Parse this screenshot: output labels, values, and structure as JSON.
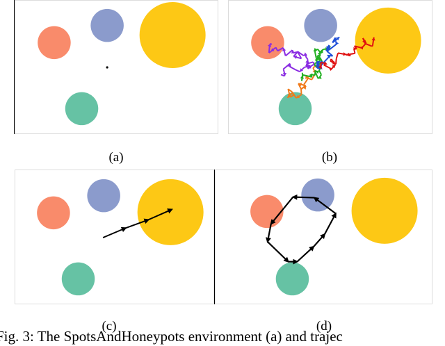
{
  "figure": {
    "panels": [
      {
        "id": "a",
        "label": "(a)",
        "agent_dot": true,
        "trajectory": "none"
      },
      {
        "id": "b",
        "label": "(b)",
        "agent_dot": false,
        "trajectory": "random-walks"
      },
      {
        "id": "c",
        "label": "(c)",
        "agent_dot": false,
        "trajectory": "arrow-to-honeypot"
      },
      {
        "id": "d",
        "label": "(d)",
        "agent_dot": false,
        "trajectory": "loop-around-spots"
      }
    ],
    "caption": "Fig. 3: The SpotsAndHoneypots environment (a) and trajec"
  },
  "colors": {
    "orange_spot": "#f98b6b",
    "blue_spot": "#8b9bcc",
    "honeypot": "#fdc815",
    "green_spot": "#66c2a4",
    "walk_purple": "#8a2be2",
    "walk_blue": "#1f4fd8",
    "walk_green": "#22b022",
    "walk_red": "#e01010",
    "walk_orange": "#f07a1a",
    "arrow": "#000000"
  }
}
